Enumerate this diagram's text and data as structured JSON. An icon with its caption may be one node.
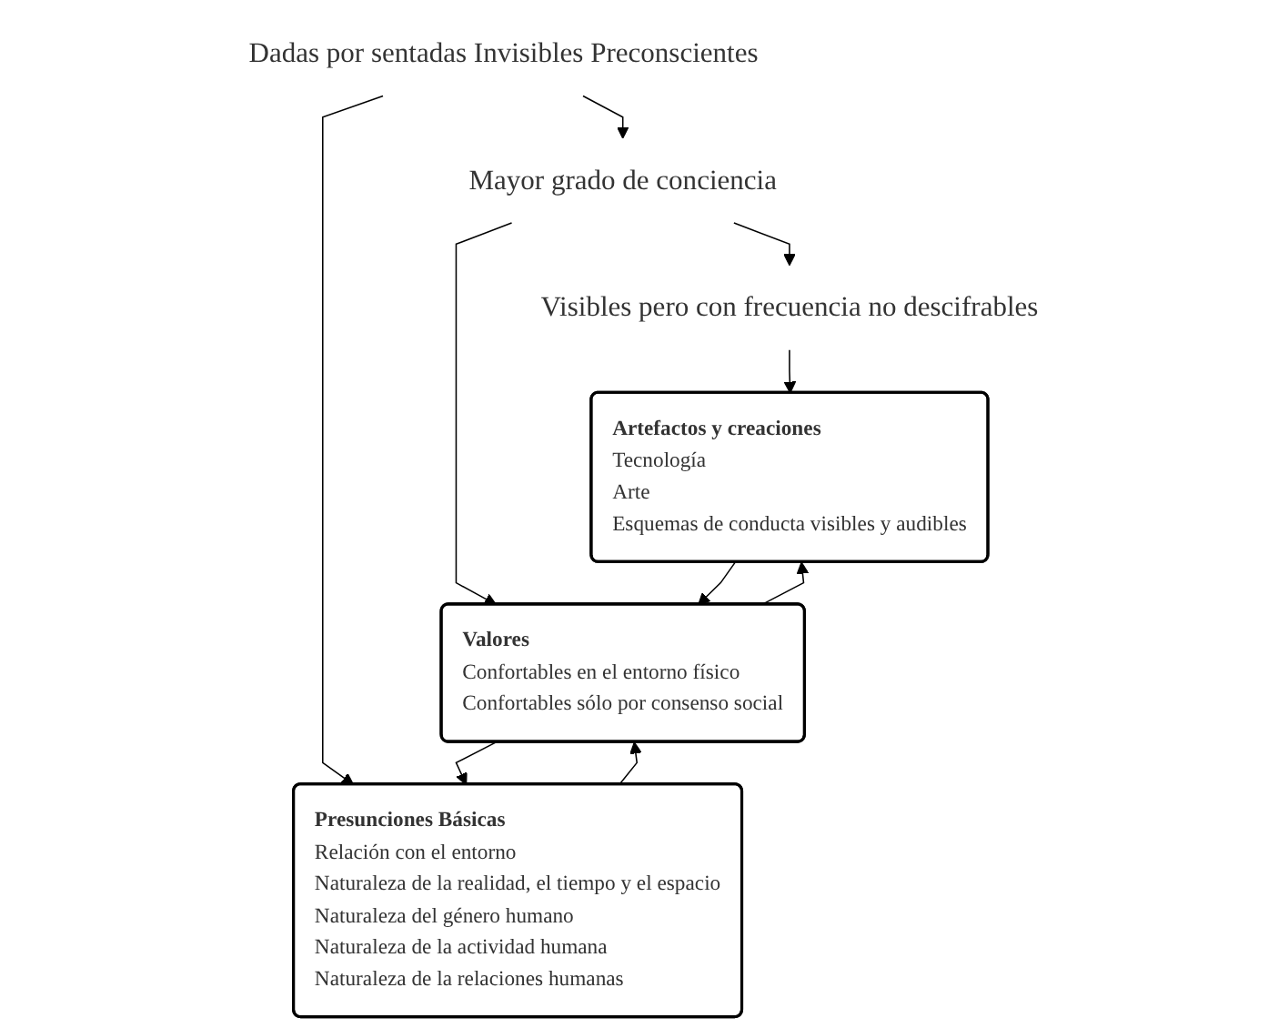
{
  "diagram": {
    "nodes": [
      {
        "text": [
          "Artefactos y creaciones",
          "Tecnología",
          "Arte",
          "Esquemas de conducta visibles y audibles"
        ]
      },
      {
        "text": [
          "Valores",
          "Confortables en el entorno físico",
          "Confortables sólo por consenso social"
        ]
      },
      {
        "text": [
          "Presunciones Básicas",
          "Relación con el entorno",
          "Naturaleza de la realidad, el tiempo y el espacio",
          "Naturaleza del género humano",
          "Naturaleza de la actividad humana",
          "Naturaleza de la relaciones humanas"
        ]
      },
      {
        "text": [
          "Visibles pero con frecuencia no descifrables"
        ]
      },
      {
        "text": [
          "Mayor grado de conciencia"
        ]
      },
      {
        "text": [
          "Dadas por sentadas Invisibles Preconscientes"
        ]
      }
    ],
    "edges": [
      {
        "from": 0,
        "to": 1,
        "arrow": "to"
      },
      {
        "from": 1,
        "to": 0,
        "arrow": "to"
      },
      {
        "from": 1,
        "to": 2,
        "arrow": "to"
      },
      {
        "from": 2,
        "to": 1,
        "arrow": "to"
      },
      {
        "from": 3,
        "to": 0,
        "arrow": "to"
      },
      {
        "from": 4,
        "to": 1,
        "arrow": "to"
      },
      {
        "from": 5,
        "to": 2,
        "arrow": "to"
      },
      {
        "from": 5,
        "to": 4,
        "arrow": "to"
      },
      {
        "from": 4,
        "to": 3,
        "arrow": "to"
      }
    ]
  }
}
